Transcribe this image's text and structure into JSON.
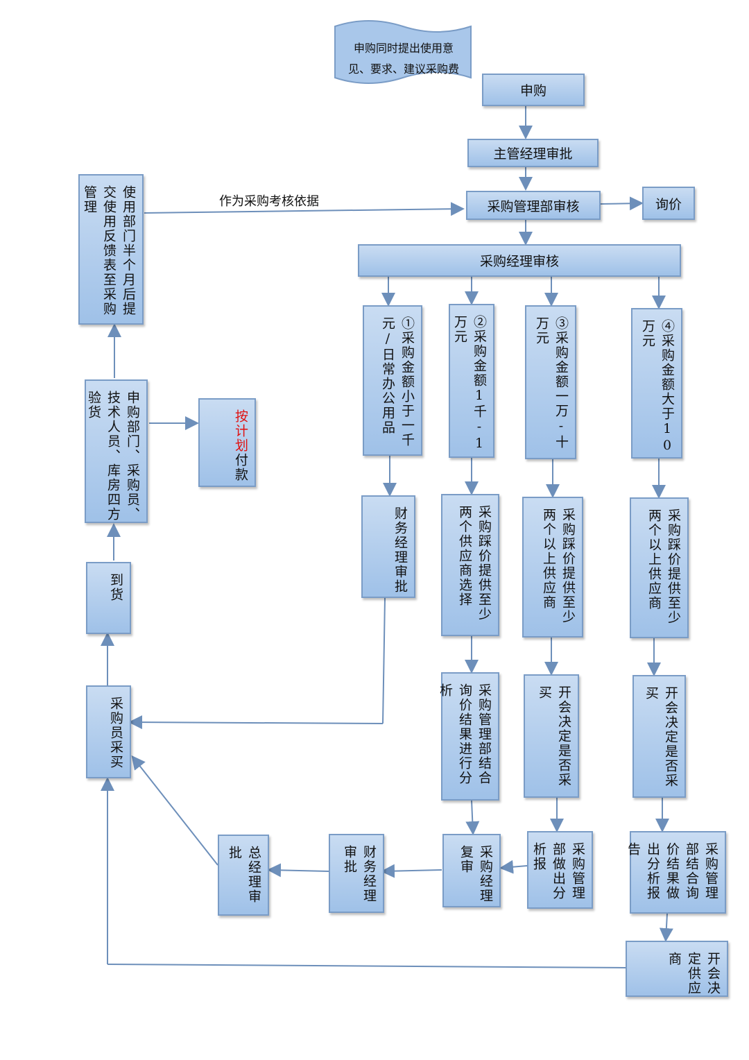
{
  "note": {
    "line1": "申购同时提出使用意",
    "line2": "见、要求、建议采购费"
  },
  "edge_label": "作为采购考核依据",
  "nodes": {
    "shengou": "申购",
    "zhuguan": "主管经理审批",
    "guanlibu": "采购管理部审核",
    "xunjia": "询价",
    "jingli": "采购经理审核",
    "b1": "①采购金额小于一千元/日常办公用品",
    "b2": "②采购金额1千-1万元",
    "b3": "③采购金额一万-十万元",
    "b4": "④采购金额大于10万元",
    "caiwu1": "财务经理审批",
    "r2": "采购踩价提供至少两个供应商选择",
    "r3": "采购踩价提供至少两个以上供应商",
    "r4": "采购踩价提供至少两个以上供应商",
    "fx2": "采购管理部结合询价结果进行分析",
    "kh3": "开会决定是否采买",
    "kh4": "开会决定是否采买",
    "bg3": "采购管理部做出分析报",
    "bg4": "采购管理部结合询价结果做出分析报告",
    "fushen": "采购经理复审",
    "caiwu2": "财务经理审批",
    "zong": "总经理审批",
    "dinggong": "开会决定供应商",
    "caimai": "采购员采买",
    "daohuo": "到货",
    "yanhuo": "申购部门、采购员、技术人员、库房四方验货",
    "fankui": "使用部门半个月后提交使用反馈表至采购管理",
    "fukuan_red": "按计划",
    "fukuan_black": "付款"
  }
}
